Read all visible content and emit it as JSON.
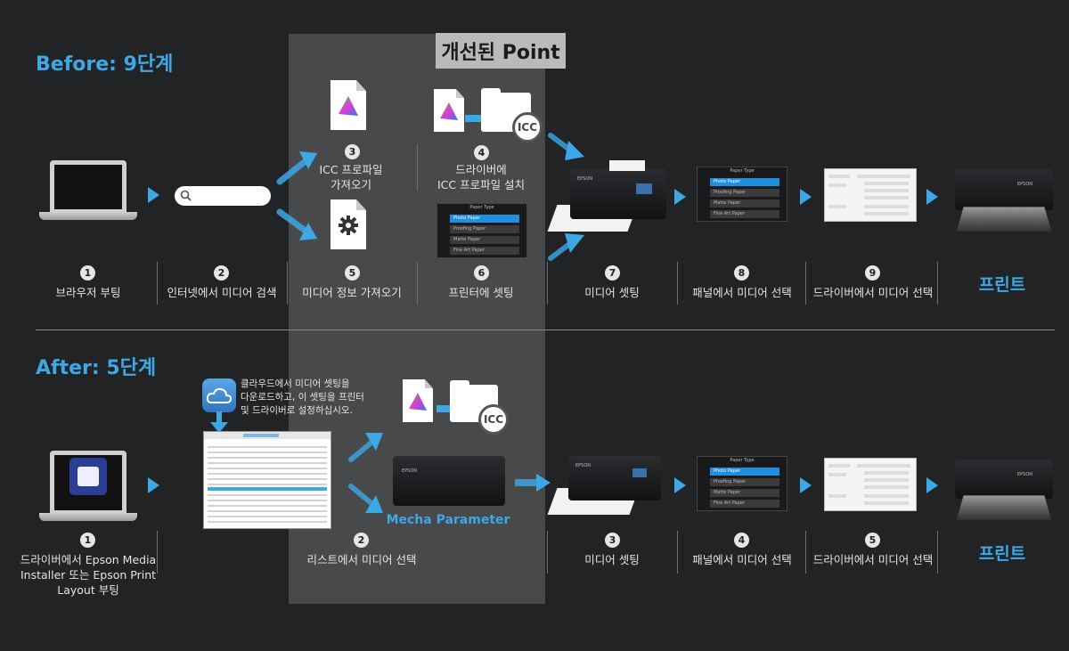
{
  "point_title": "개선된 Point",
  "before": {
    "title": "Before: 9단계",
    "steps": [
      {
        "num": "1",
        "label": "브라우저 부팅"
      },
      {
        "num": "2",
        "label": "인터넷에서 미디어 검색"
      },
      {
        "num": "3",
        "label_line1": "ICC 프로파일",
        "label_line2": "가져오기"
      },
      {
        "num": "4",
        "label_line1": "드라이버에",
        "label_line2": "ICC 프로파일 설치"
      },
      {
        "num": "5",
        "label": "미디어 정보 가져오기"
      },
      {
        "num": "6",
        "label": "프린터에 셋팅"
      },
      {
        "num": "7",
        "label": "미디어 셋팅"
      },
      {
        "num": "8",
        "label": "패널에서 미디어 선택"
      },
      {
        "num": "9",
        "label": "드라이버에서 미디어 선택"
      }
    ],
    "print_label": "프린트"
  },
  "after": {
    "title": "After: 5단계",
    "steps": [
      {
        "num": "1",
        "label_line1": "드라이버에서 Epson Media",
        "label_line2": "Installer 또는 Epson Print",
        "label_line3": "Layout 부팅"
      },
      {
        "num": "2",
        "label": "리스트에서 미디어 선택"
      },
      {
        "num": "3",
        "label": "미디어 셋팅"
      },
      {
        "num": "4",
        "label": "패널에서 미디어 선택"
      },
      {
        "num": "5",
        "label": "드라이버에서 미디어 선택"
      }
    ],
    "cloud_note_line1": "클라우드에서 미디어 셋팅을",
    "cloud_note_line2": "다운로드하고, 이 셋팅을 프린터",
    "cloud_note_line3": "및 드라이버로 설정하십시오.",
    "mecha_label": "Mecha Parameter",
    "print_label": "프린트"
  },
  "icons": {
    "icc_badge": "ICC",
    "gear": "gear-icon",
    "search": "search-icon",
    "cloud": "cloud-icon"
  },
  "panel_ui": {
    "header": "Paper Type",
    "rows": [
      "Photo Paper",
      "Proofing Paper",
      "Matte Paper",
      "Fine Art Paper"
    ]
  },
  "printer_brand": "EPSON",
  "colors": {
    "accent": "#3ea7e6",
    "panel": "#48494b",
    "background": "#222325"
  }
}
